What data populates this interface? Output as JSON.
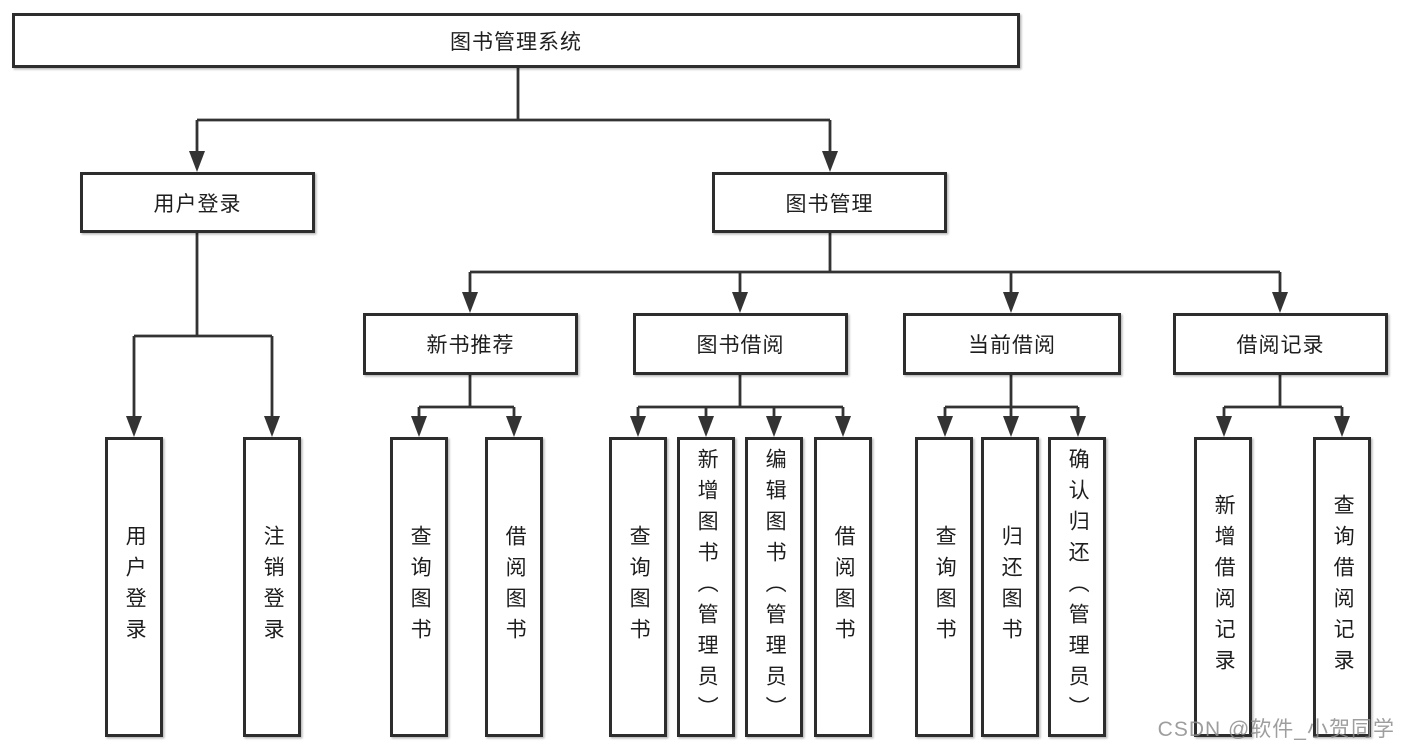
{
  "diagram": {
    "root": {
      "label": "图书管理系统"
    },
    "level2": [
      {
        "id": "user-login",
        "label": "用户登录"
      },
      {
        "id": "book-management",
        "label": "图书管理"
      }
    ],
    "level3": [
      {
        "id": "new-book-recommend",
        "label": "新书推荐",
        "parent": "图书管理"
      },
      {
        "id": "book-borrow",
        "label": "图书借阅",
        "parent": "图书管理"
      },
      {
        "id": "current-borrow",
        "label": "当前借阅",
        "parent": "图书管理"
      },
      {
        "id": "borrow-records",
        "label": "借阅记录",
        "parent": "图书管理"
      }
    ],
    "leaves": [
      {
        "id": "user-login-leaf",
        "label": "用户登录",
        "parent": "用户登录"
      },
      {
        "id": "logout-login",
        "label": "注销登录",
        "parent": "用户登录"
      },
      {
        "id": "query-books-recommend",
        "label": "查询图书",
        "parent": "新书推荐"
      },
      {
        "id": "borrow-books-recommend",
        "label": "借阅图书",
        "parent": "新书推荐"
      },
      {
        "id": "query-books-borrow",
        "label": "查询图书",
        "parent": "图书借阅"
      },
      {
        "id": "add-books-admin",
        "label": "新增图书（管理员）",
        "parent": "图书借阅"
      },
      {
        "id": "edit-books-admin",
        "label": "编辑图书（管理员）",
        "parent": "图书借阅"
      },
      {
        "id": "borrow-books",
        "label": "借阅图书",
        "parent": "图书借阅"
      },
      {
        "id": "query-books-current",
        "label": "查询图书",
        "parent": "当前借阅"
      },
      {
        "id": "return-books",
        "label": "归还图书",
        "parent": "当前借阅"
      },
      {
        "id": "confirm-return-admin",
        "label": "确认归还（管理员）",
        "parent": "当前借阅"
      },
      {
        "id": "add-borrow-record",
        "label": "新增借阅记录",
        "parent": "借阅记录"
      },
      {
        "id": "query-borrow-record",
        "label": "查询借阅记录",
        "parent": "借阅记录"
      }
    ]
  },
  "watermark": {
    "text": "CSDN @软件_小贺同学"
  },
  "colors": {
    "line": "#333333",
    "box_border": "#2d2d2d",
    "text": "#1e1e1e",
    "watermark": "#8d8d8d",
    "background": "#ffffff"
  }
}
